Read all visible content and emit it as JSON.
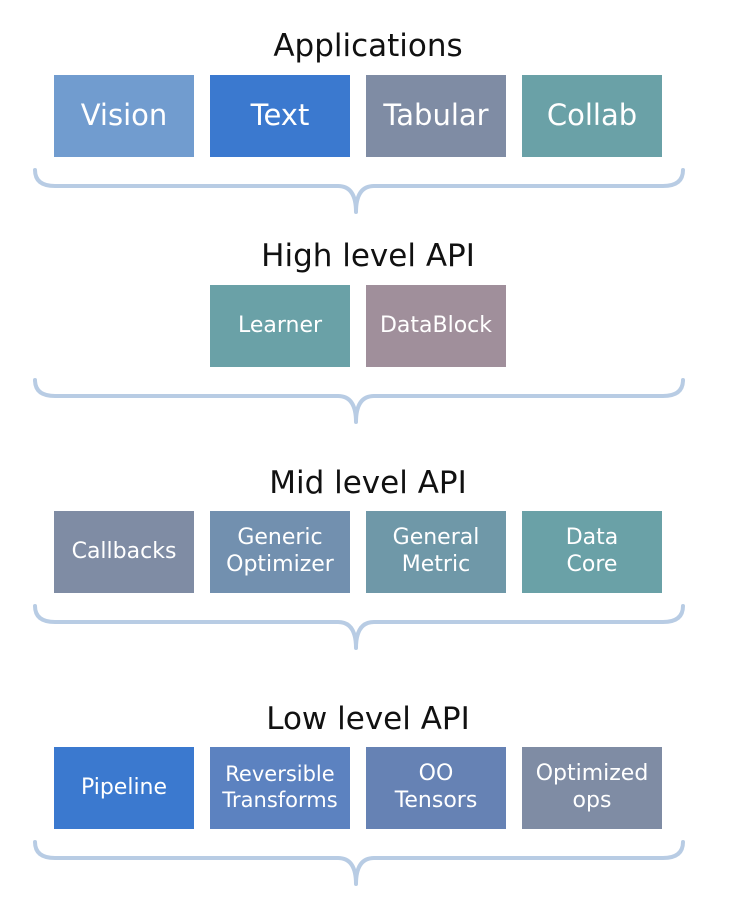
{
  "layers": [
    {
      "title": "Applications",
      "boxes": [
        {
          "label": "Vision",
          "color": "#719ccf"
        },
        {
          "label": "Text",
          "color": "#3b79cf"
        },
        {
          "label": "Tabular",
          "color": "#7f8ca4"
        },
        {
          "label": "Collab",
          "color": "#6aa1a7"
        }
      ]
    },
    {
      "title": "High level API",
      "boxes": [
        {
          "label": "Learner",
          "color": "#6aa1a7"
        },
        {
          "label": "DataBlock",
          "color": "#a08f9b"
        }
      ]
    },
    {
      "title": "Mid level API",
      "boxes": [
        {
          "label": "Callbacks",
          "color": "#7f8ca4"
        },
        {
          "label": "Generic\nOptimizer",
          "color": "#7290af"
        },
        {
          "label": "General\nMetric",
          "color": "#6f98a8"
        },
        {
          "label": "Data\nCore",
          "color": "#6aa1a7"
        }
      ]
    },
    {
      "title": "Low level API",
      "boxes": [
        {
          "label": "Pipeline",
          "color": "#3b79cf"
        },
        {
          "label": "Reversible\nTransforms",
          "color": "#5c82c0"
        },
        {
          "label": "OO\nTensors",
          "color": "#6682b4"
        },
        {
          "label": "Optimized\nops",
          "color": "#7f8ca4"
        }
      ]
    }
  ],
  "brace_color": "#b8cce4"
}
